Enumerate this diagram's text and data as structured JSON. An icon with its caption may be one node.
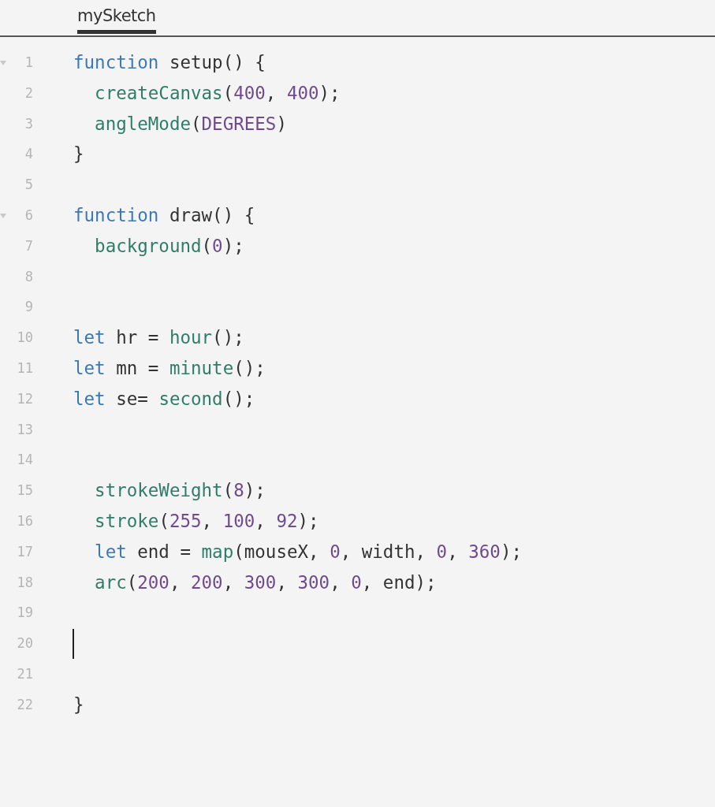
{
  "diagram": {
    "labels": [
      "mySketch",
      "1",
      "function setup() {",
      "2",
      "  createCanvas(400, 400);",
      "3",
      "  angleMode(DEGREES)",
      "4",
      "}",
      "5",
      "6",
      "function draw() {",
      "7",
      "  background(0);",
      "8",
      "9",
      "10",
      "let hr = hour();",
      "11",
      "let mn = minute();",
      "12",
      "let se= second();",
      "13",
      "14",
      "15",
      "  strokeWeight(8);",
      "16",
      "  stroke(255, 100, 92);",
      "17",
      "  let end = map(mouseX, 0, width, 0, 360);",
      "18",
      "  arc(200, 200, 300, 300, 0, end);",
      "19",
      "20",
      "21",
      "22",
      "}"
    ]
  }
}
